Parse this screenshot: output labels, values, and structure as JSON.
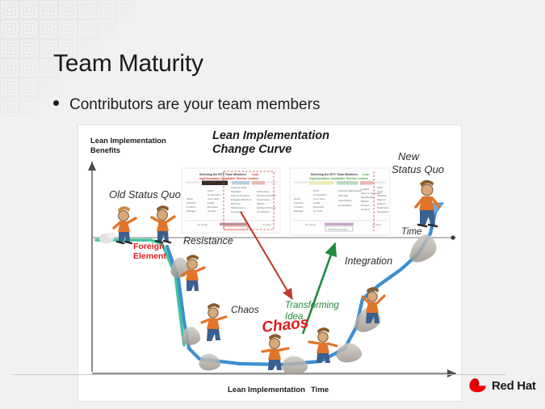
{
  "slide": {
    "title": "Team Maturity",
    "bullets": [
      {
        "text": "Contributors are your team members"
      }
    ],
    "background_color": "#f1f1f1"
  },
  "branding": {
    "logo_name": "red-hat-logo",
    "wordmark": "Red Hat",
    "brand_color": "#ee0000"
  },
  "chart_data": {
    "type": "line",
    "title": "Lean Implementation Change Curve",
    "xlabel": "Lean Implementation   Time",
    "ylabel": "Lean Implementation Benefits",
    "x": [
      0,
      6,
      13,
      22,
      34,
      48,
      58,
      68,
      78,
      88,
      96,
      100
    ],
    "y": [
      62,
      62,
      55,
      36,
      18,
      9,
      8,
      10,
      18,
      34,
      58,
      72
    ],
    "xlim": [
      0,
      100
    ],
    "ylim": [
      0,
      100
    ],
    "grid": false,
    "legend": null,
    "axis_labels": {
      "y_axis": "Lean Implementation\nBenefits",
      "x_axis_left": "Lean Implementation",
      "x_axis_right": "Time"
    },
    "stage_labels": [
      {
        "name": "old-status-quo",
        "text": "Old Status Quo",
        "color": "#2b2b2b",
        "style": "italic"
      },
      {
        "name": "foreign-element",
        "text": "Foreign\nElement",
        "color": "#e01b1b",
        "style": "bold"
      },
      {
        "name": "resistance",
        "text": "Resistance",
        "color": "#2b2b2b",
        "style": "italic"
      },
      {
        "name": "chaos-small",
        "text": "Chaos",
        "color": "#2b2b2b",
        "style": "italic"
      },
      {
        "name": "chaos-big",
        "text": "Chaos",
        "color": "#e01b1b",
        "style": "bold-italic"
      },
      {
        "name": "transforming-idea",
        "text": "Transforming\nIdea",
        "color": "#1f8a3c",
        "style": "italic"
      },
      {
        "name": "integration",
        "text": "Integration",
        "color": "#2b2b2b",
        "style": "italic"
      },
      {
        "name": "new-status-quo",
        "text": "New\nStatus Quo",
        "color": "#2b2b2b",
        "style": "italic"
      },
      {
        "name": "time-midline",
        "text": "Time",
        "color": "#2b2b2b",
        "style": "italic"
      }
    ],
    "annotations": [
      {
        "name": "red-arrow-annotation",
        "color": "#c0392b",
        "direction": "down-right",
        "from_label": "team-member-slide-1",
        "to_label": "chaos"
      },
      {
        "name": "green-arrow-annotation",
        "color": "#1f8a3c",
        "direction": "up-right",
        "from_label": "transforming-idea",
        "to_label": "team-member-slide-2"
      }
    ],
    "inset_thumbnails": [
      {
        "name": "selecting-team-members-slide-red",
        "title": "Selecting the MTV Team Members",
        "accent": "#c0392b"
      },
      {
        "name": "selecting-team-members-slide-green",
        "title": "Selecting the MTV Team Members",
        "accent": "#1f8a3c"
      }
    ],
    "curve_colors": {
      "old_status_quo": "#3ec4a0",
      "change_curve": "#3d8fd1"
    }
  }
}
